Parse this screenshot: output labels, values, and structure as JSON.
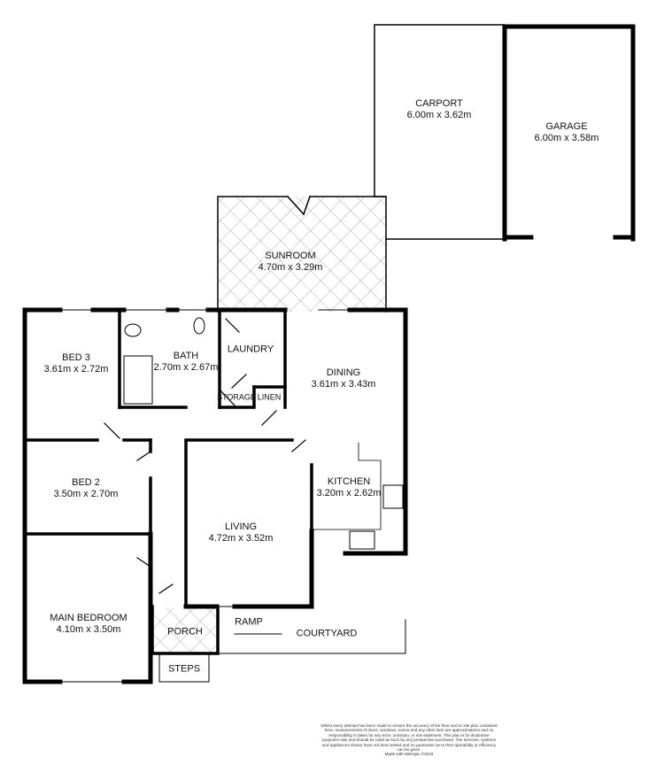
{
  "rooms": [
    {
      "name": "CARPORT",
      "size": "6.00m x 3.62m"
    },
    {
      "name": "GARAGE",
      "size": "6.00m x 3.58m"
    },
    {
      "name": "SUNROOM",
      "size": "4.70m x 3.29m"
    },
    {
      "name": "BED 3",
      "size": "3.61m x 2.72m"
    },
    {
      "name": "BATH",
      "size": "2.70m x 2.67m"
    },
    {
      "name": "LAUNDRY",
      "size": ""
    },
    {
      "name": "DINING",
      "size": "3.61m x 3.43m"
    },
    {
      "name": "STORAGE",
      "size": ""
    },
    {
      "name": "LINEN",
      "size": ""
    },
    {
      "name": "BED 2",
      "size": "3.50m x 2.70m"
    },
    {
      "name": "KITCHEN",
      "size": "3.20m x 2.62m"
    },
    {
      "name": "LIVING",
      "size": "4.72m x 3.52m"
    },
    {
      "name": "MAIN BEDROOM",
      "size": "4.10m x 3.50m"
    },
    {
      "name": "PORCH",
      "size": ""
    },
    {
      "name": "RAMP",
      "size": ""
    },
    {
      "name": "COURTYARD",
      "size": ""
    },
    {
      "name": "STEPS",
      "size": ""
    }
  ],
  "disclaimer": "Whilst every attempt has been made to ensure the accuracy of the floor and or site plan contained here, measurements of doors, windows, rooms and any other item are approximations and no responsibility is taken for any error, omission, or mis-statement. This plan is for illustrative purposes only and should be used as such by any prospective purchaser. The services, systems and appliances shown have not been tested and no guarantee as to their operability or efficiency can be given.",
  "credit": "Made with Metropix ©2018",
  "colors": {
    "wall": "#000000",
    "hatch": "#9a9a9a"
  }
}
